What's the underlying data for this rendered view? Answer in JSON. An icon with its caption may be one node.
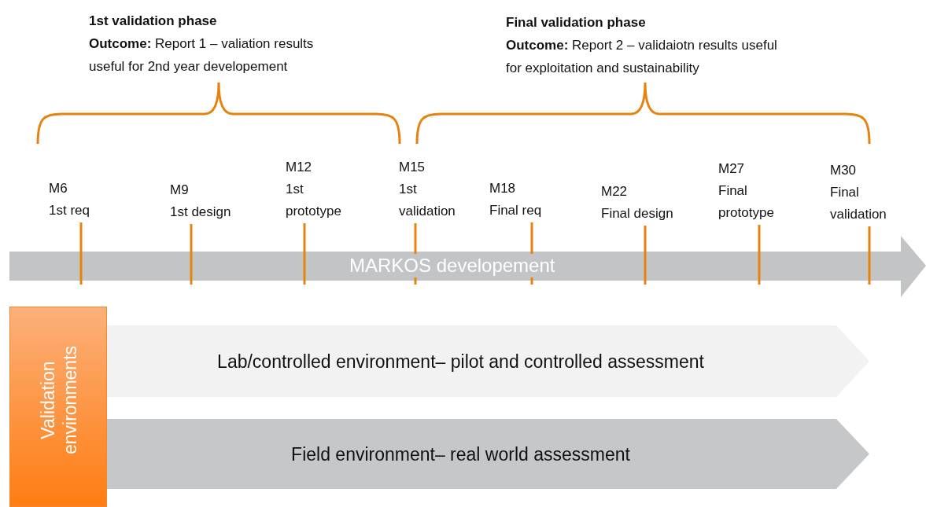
{
  "diagram": {
    "nodes": [
      {
        "text": [
          "1st validation phase",
          "**Outcome:** Report 1 – valiation results useful for 2nd year developement"
        ]
      },
      {
        "text": [
          "Final validation phase",
          "**Outcome:** Report 2 – validaiotn  results useful for exploitation and sustainability"
        ]
      },
      {
        "text": [
          "M6",
          "1st req"
        ]
      },
      {
        "text": [
          "M9",
          "1st design"
        ]
      },
      {
        "text": [
          "M12",
          "1st prototype"
        ]
      },
      {
        "text": [
          "M15",
          "1st validation"
        ]
      },
      {
        "text": [
          "M18",
          "Final req"
        ]
      },
      {
        "text": [
          "M22",
          "Final design"
        ]
      },
      {
        "text": [
          "M27",
          "Final prototype"
        ]
      },
      {
        "text": [
          "M30",
          "Final validation"
        ]
      },
      {
        "text": [
          "MARKOS developement"
        ]
      },
      {
        "text": [
          "Validation environments"
        ]
      },
      {
        "text": [
          "Lab/controlled environment– pilot and controlled assessment"
        ]
      },
      {
        "text": [
          "Field environment– real world assessment"
        ]
      }
    ],
    "edges": [
      {
        "from": 2,
        "to": 10,
        "arrow": "none"
      },
      {
        "from": 3,
        "to": 10,
        "arrow": "none"
      },
      {
        "from": 4,
        "to": 10,
        "arrow": "none"
      },
      {
        "from": 5,
        "to": 10,
        "arrow": "none"
      },
      {
        "from": 6,
        "to": 10,
        "arrow": "none"
      },
      {
        "from": 7,
        "to": 10,
        "arrow": "none"
      },
      {
        "from": 8,
        "to": 10,
        "arrow": "none"
      },
      {
        "from": 9,
        "to": 10,
        "arrow": "none"
      }
    ]
  }
}
